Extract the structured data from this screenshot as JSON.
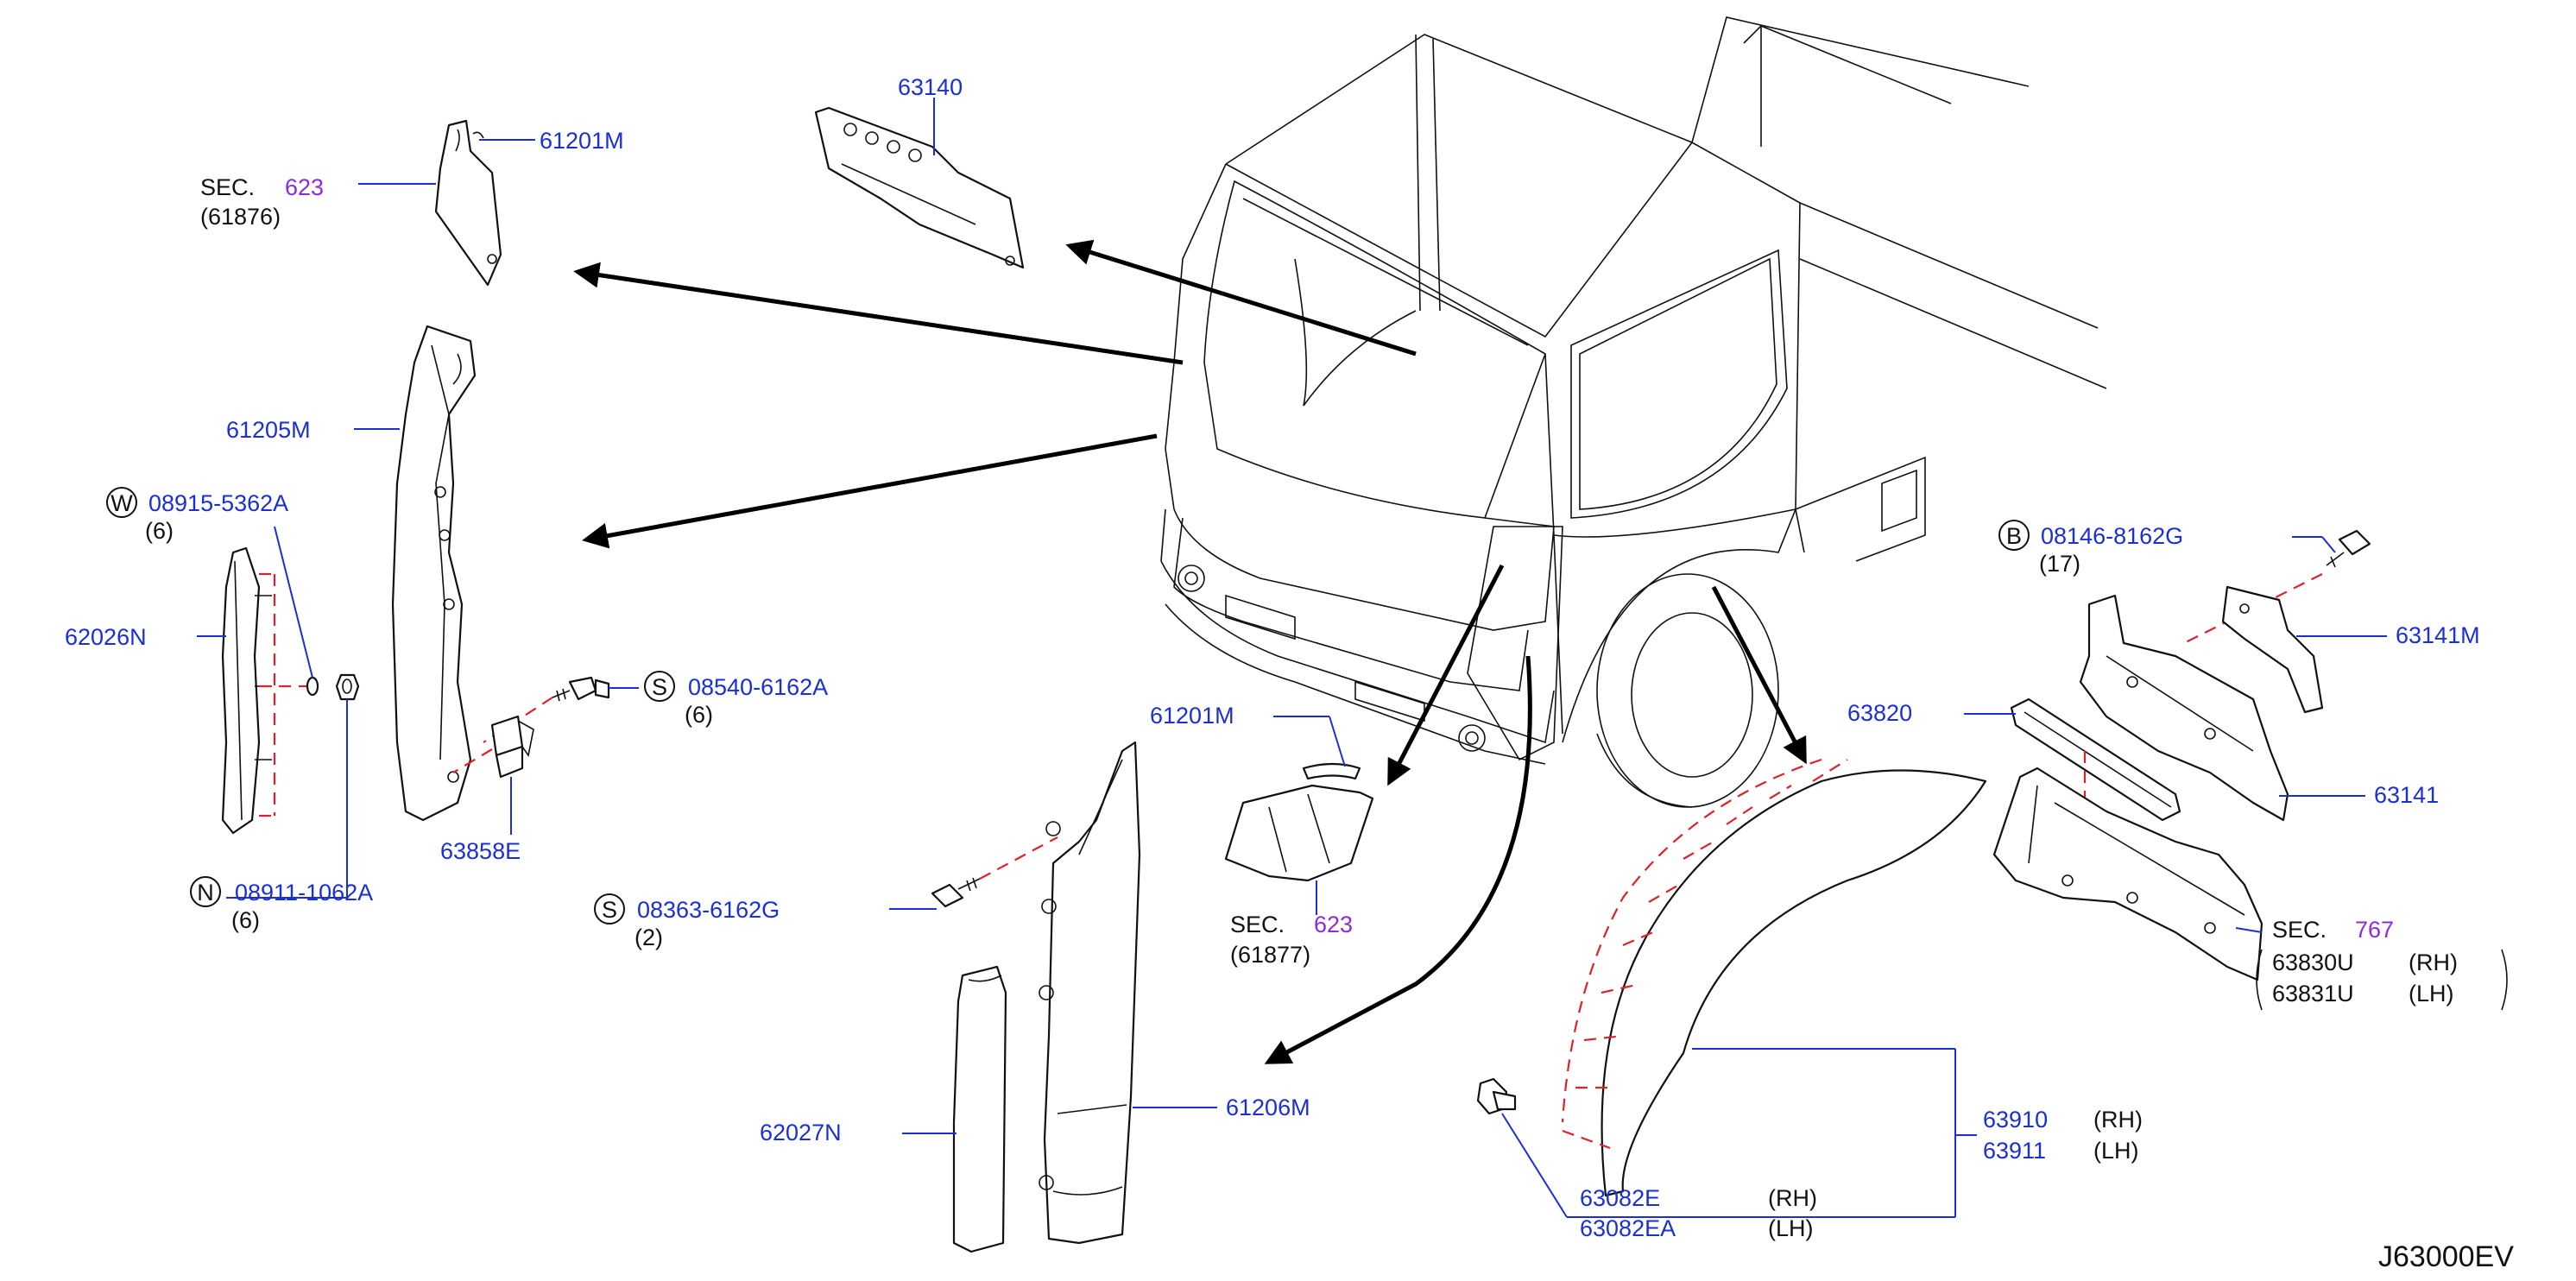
{
  "diagram_code": "J63000EV",
  "sec_word": "SEC.",
  "parts": {
    "p61201m_top": "61201M",
    "p63140": "63140",
    "sec623_top_num": "623",
    "sec623_top_sub": "(61876)",
    "p61205m": "61205M",
    "w_circle": "W",
    "p08915": "08915-5362A",
    "qty_w": "(6)",
    "p62026n": "62026N",
    "s_circle_a": "S",
    "p08540": "08540-6162A",
    "qty_s_a": "(6)",
    "p63858e": "63858E",
    "n_circle": "N",
    "p08911": "08911-1062A",
    "qty_n": "(6)",
    "s_circle_b": "S",
    "p08363": "08363-6162G",
    "qty_s_b": "(2)",
    "p61201m_mid": "61201M",
    "sec623_mid_num": "623",
    "sec623_mid_sub": "(61877)",
    "p62027n": "62027N",
    "p61206m": "61206M",
    "b_circle": "B",
    "p08146": "08146-8162G",
    "qty_b": "(17)",
    "p63141m": "63141M",
    "p63820": "63820",
    "p63141": "63141",
    "sec767_num": "767",
    "p63830u": "63830U",
    "p63831u": "63831U",
    "p63910": "63910",
    "p63911": "63911",
    "p63082e": "63082E",
    "p63082ea": "63082EA",
    "rh": "(RH)",
    "lh": "(LH)"
  }
}
